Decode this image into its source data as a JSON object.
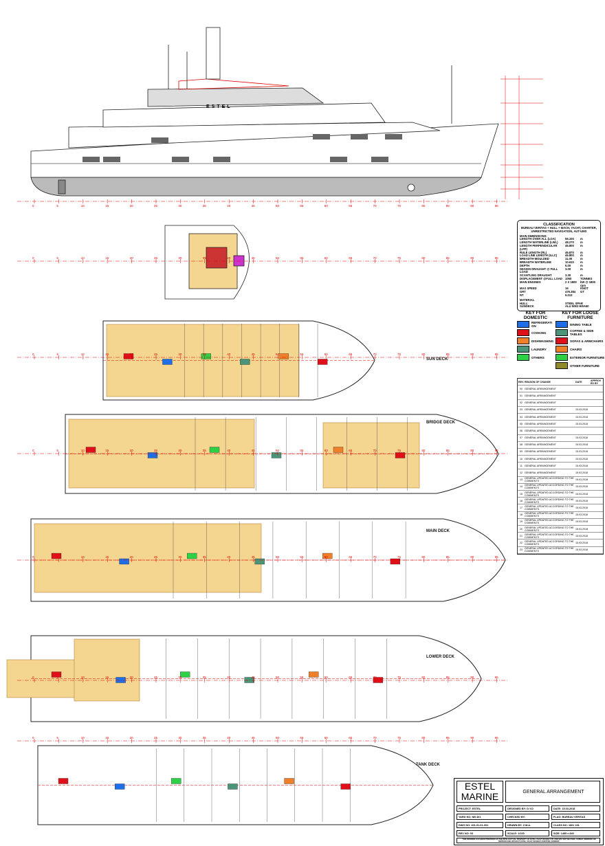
{
  "profile": {
    "name_on_hull": "ESTEL"
  },
  "frame_numbers": [
    0,
    5,
    10,
    15,
    20,
    25,
    30,
    35,
    40,
    45,
    50,
    55,
    60,
    65,
    70,
    75,
    80,
    85,
    90,
    95
  ],
  "decks": [
    {
      "id": "sun",
      "label": "SUN DECK"
    },
    {
      "id": "bridge",
      "label": "BRIDGE DECK"
    },
    {
      "id": "main",
      "label": "MAIN DECK"
    },
    {
      "id": "lower",
      "label": "LOWER DECK"
    },
    {
      "id": "tank",
      "label": "TANK DECK"
    }
  ],
  "classification": {
    "title": "CLASSIFICATION",
    "notation": "BUREAU VERITAS + HULL + MACH, YACHT, CHARTER, UNRESTRICTED NAVIGATION, AUT-UMS",
    "dimensions_title": "MAIN DIMENSIONS:",
    "rows": [
      [
        "LENGTH OVER ALL (LOA)",
        "55.100",
        "m"
      ],
      [
        "LENGTH WATERLINE (LWL)",
        "48.270",
        "m"
      ],
      [
        "LENGTH PERPENDICULAR (LPP)",
        "46.800",
        "m"
      ],
      [
        "RULE LENGTH (RL)",
        "46.870",
        "m"
      ],
      [
        "LOAD LINE LENGTH (ILLC)",
        "46.800",
        "m"
      ],
      [
        "BREADTH MOULDED",
        "11.00",
        "m"
      ],
      [
        "BREADTH WATERLINE",
        "10.610",
        "m"
      ],
      [
        "DEPTH",
        "5.00",
        "m"
      ],
      [
        "DESIGN DRAUGHT @ FULL LOAD",
        "3.00",
        "m"
      ],
      [
        "SCANTLING DRAUGHT",
        "3.30",
        "m"
      ],
      [
        "DISPLACEMENT @FULL LOAD",
        "1050",
        "TONNES"
      ],
      [
        "MAIN ENGINES",
        "2 X 1800",
        "kW @ 1800 rpm"
      ],
      [
        "MAX SPEED",
        "16",
        "KNOT"
      ],
      [
        "GRT",
        "476.384",
        "GT"
      ],
      [
        "NT",
        "5.013",
        ""
      ]
    ],
    "material_title": "MATERIAL",
    "hull": "HULL:",
    "hull_value": "STEEL SPAR",
    "superstructure": "SUNDECK",
    "superstructure_value": "ALU 5083 H/6A60"
  },
  "key_domestic": {
    "title": "KEY FOR DOMESTIC",
    "items": [
      {
        "label": "REFRIGERATION",
        "color": "#1e6ee8"
      },
      {
        "label": "COOKING",
        "color": "#e0101a"
      },
      {
        "label": "DISHWASHING",
        "color": "#f07f2a"
      },
      {
        "label": "LAUNDRY",
        "color": "#4a9478"
      },
      {
        "label": "OTHERS",
        "color": "#2ed046"
      }
    ]
  },
  "key_furniture": {
    "title": "KEY FOR LOOSE FURNITURE",
    "items": [
      {
        "label": "DINING TABLE",
        "color": "#1e6ee8"
      },
      {
        "label": "COFFEE & SIDE TABLES",
        "color": "#4a9478"
      },
      {
        "label": "SOFAS & ARMCHAIRS",
        "color": "#e0101a"
      },
      {
        "label": "CHAIRS",
        "color": "#f07f2a"
      },
      {
        "label": "EXTERIOR FURNITURE",
        "color": "#2ed046"
      },
      {
        "label": "OTHER FURNITURE",
        "color": "#8f8a2a"
      }
    ]
  },
  "revisions": {
    "headers": [
      "REV.",
      "REASON OF CHANGE",
      "DATE",
      "APPROVED BY"
    ],
    "rows": [
      [
        "00",
        "GENERAL ARRANGEMENT",
        ""
      ],
      [
        "01",
        "GENERAL ARRANGEMENT",
        ""
      ],
      [
        "02",
        "GENERAL ARRANGEMENT",
        ""
      ],
      [
        "03",
        "GENERAL ARRANGEMENT",
        "15.03.2018"
      ],
      [
        "04",
        "GENERAL ARRANGEMENT",
        "15.03.2018"
      ],
      [
        "05",
        "GENERAL ARRANGEMENT",
        "15.03.2018"
      ],
      [
        "06",
        "GENERAL ARRANGEMENT",
        ""
      ],
      [
        "07",
        "GENERAL ARRANGEMENT",
        "15.03.2018"
      ],
      [
        "08",
        "GENERAL ARRANGEMENT",
        "15.03.2018"
      ],
      [
        "09",
        "GENERAL ARRANGEMENT",
        "15.03.2018"
      ],
      [
        "10",
        "GENERAL ARRANGEMENT",
        "15.03.2018"
      ],
      [
        "11",
        "GENERAL ARRANGEMENT",
        "15.03.2018"
      ],
      [
        "12",
        "GENERAL ARRANGEMENT",
        "15.03.2018"
      ],
      [
        "13",
        "GENERAL UPDATED ACCORDING TO THE COMMENTS",
        "15.03.2018"
      ],
      [
        "14",
        "GENERAL UPDATED ACCORDING TO THE COMMENTS",
        "15.03.2018"
      ],
      [
        "15",
        "GENERAL UPDATED ACCORDING TO THE COMMENTS",
        "15.03.2018"
      ],
      [
        "16",
        "GENERAL UPDATED ACCORDING TO THE COMMENTS",
        "15.03.2018"
      ],
      [
        "17",
        "GENERAL UPDATED ACCORDING TO THE COMMENTS",
        "15.03.2018"
      ],
      [
        "18",
        "GENERAL UPDATED ACCORDING TO THE COMMENTS",
        "15.03.2018"
      ],
      [
        "19",
        "GENERAL UPDATED ACCORDING TO THE COMMENTS",
        "15.03.2018"
      ],
      [
        "20",
        "GENERAL UPDATED ACCORDING TO THE COMMENTS",
        "15.03.2018"
      ],
      [
        "21",
        "GENERAL UPDATED ACCORDING TO THE COMMENTS",
        "15.03.2018"
      ],
      [
        "22",
        "GENERAL UPDATED ACCORDING TO THE COMMENTS",
        "15.03.2018"
      ],
      [
        "23",
        "GENERAL UPDATED ACCORDING TO THE COMMENTS",
        "15.03.2018"
      ]
    ]
  },
  "title_block": {
    "company": "ESTEL MARINE",
    "drawing_title": "GENERAL ARRANGEMENT",
    "project": "PROJECT: ESTEL",
    "designed": "DESIGNED BY: D.Y.D",
    "date": "DATE: 15.03.2018",
    "yard": "YARD NO: NB 401",
    "checked": "CHECKED BY:",
    "flag": "FLAG: BUREAU VERITAS",
    "dwg": "DWG NO: 401-01-01-001",
    "drawn": "DRAWN BY: Z.M.A.",
    "class": "CLASS NO: 1661 191",
    "rev": "REV NO: 03",
    "scale": "SCALE: 1/100",
    "size": "SIZE: 1485 x 840",
    "disclaimer": "THIS DRAWING HAS BEEN PREPARED AS THE INTELLECTUAL PROPERTY OF ESTEL YACHT DESIGN LTD. AND MAY NOT BE USED, COPIED, MODIFIED OR REPRODUCED WITHOUT ESTEL YACHT DESIGN'S WRITTEN CONSENT."
  }
}
